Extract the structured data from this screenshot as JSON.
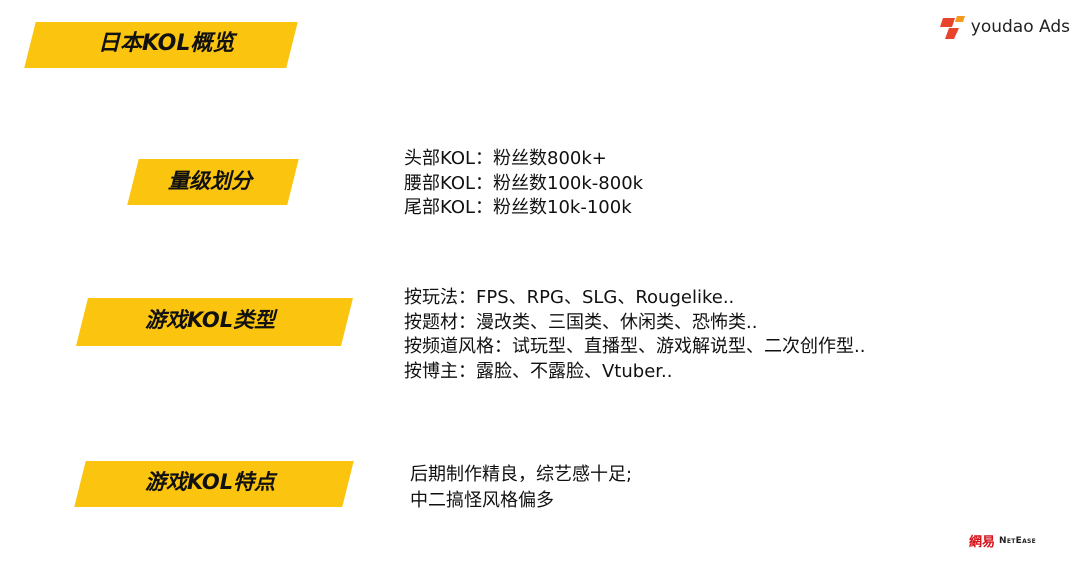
{
  "title": "日本KOL概览",
  "brand": {
    "name": "youdao Ads",
    "footer_cn": "網易",
    "footer_en": "NetEase",
    "accent_color": "#fbc40f",
    "logo_red": "#e8432b",
    "logo_orange": "#f39a1e",
    "footer_red": "#d6121a"
  },
  "sections": [
    {
      "heading": "量级划分",
      "lines": [
        "头部KOL：粉丝数800k+",
        "腰部KOL：粉丝数100k-800k",
        "尾部KOL：粉丝数10k-100k"
      ]
    },
    {
      "heading": "游戏KOL类型",
      "lines": [
        "按玩法：FPS、RPG、SLG、Rougelike..",
        "按题材：漫改类、三国类、休闲类、恐怖类..",
        "按频道风格：试玩型、直播型、游戏解说型、二次创作型..",
        "按博主：露脸、不露脸、Vtuber.."
      ]
    },
    {
      "heading": "游戏KOL特点",
      "lines": [
        "后期制作精良，综艺感十足;",
        "中二搞怪风格偏多"
      ]
    }
  ]
}
